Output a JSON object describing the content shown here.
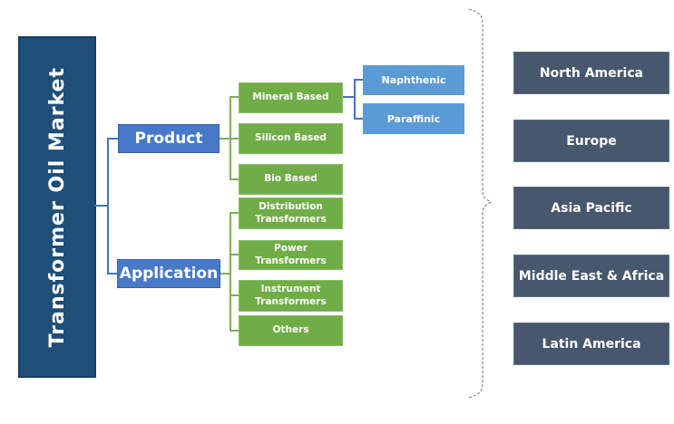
{
  "title": "Transformer Oil Market",
  "segments": {
    "product": {
      "label": "Product",
      "items": [
        "Mineral Based",
        "Silicon Based",
        "Bio Based"
      ]
    },
    "mineral_sub": [
      "Naphthenic",
      "Paraffinic"
    ],
    "application": {
      "label": "Application",
      "items": [
        "Distribution Transformers",
        "Power Transformers",
        "Instrument Transformers",
        "Others"
      ]
    }
  },
  "regions": [
    "North America",
    "Europe",
    "Asia Pacific",
    "Middle East & Africa",
    "Latin America"
  ],
  "colors": {
    "root_navy": "#1F4E79",
    "branch_blue": "#4878C8",
    "leaf_green": "#70AD47",
    "sub_blue": "#5B9BD5",
    "region_slate": "#47576D",
    "connector_blue": "#4472C4",
    "connector_green": "#7CAF5B",
    "brace_gray": "#888888"
  }
}
